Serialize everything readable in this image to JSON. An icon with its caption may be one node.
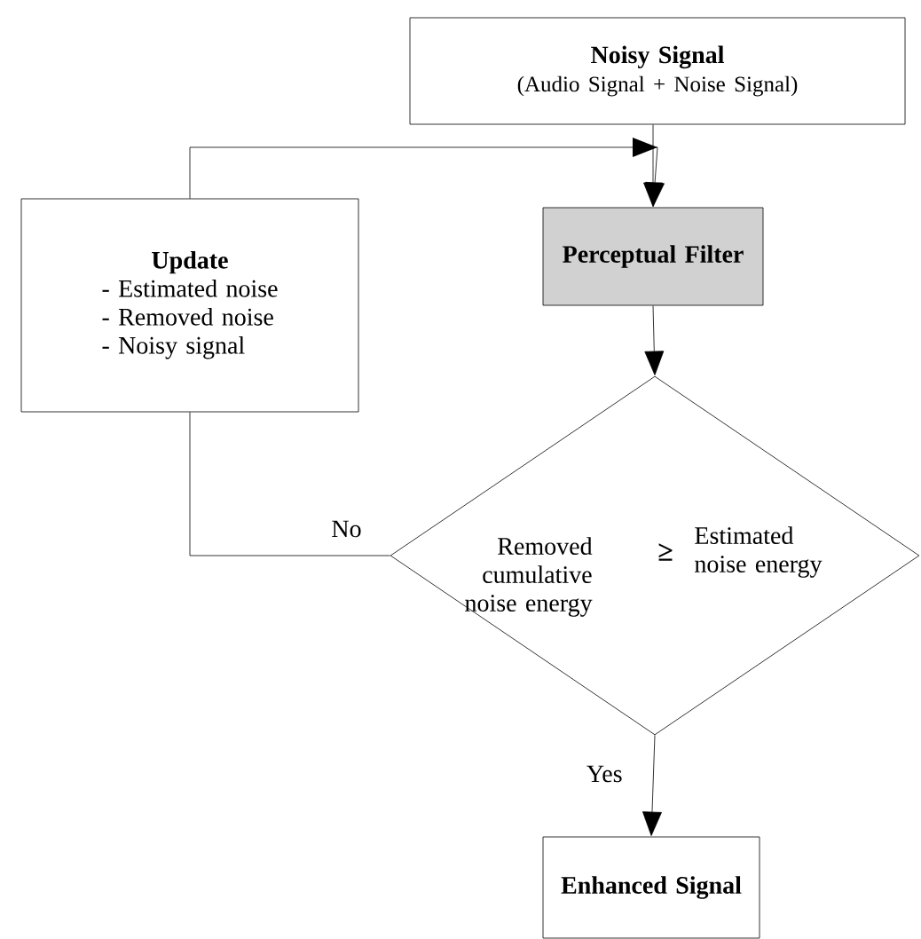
{
  "diagram": {
    "nodes": [
      {
        "text": [
          "Noisy Signal",
          "(Audio Signal + Noise Signal)"
        ]
      },
      {
        "text": [
          "Update",
          "- Estimated noise",
          "- Removed noise",
          "- Noisy signal"
        ]
      },
      {
        "text": [
          "Perceptual Filter"
        ]
      },
      {
        "text": [
          "Removed cumulative noise energy",
          "≥",
          "Estimated noise energy"
        ]
      },
      {
        "text": [
          "Enhanced Signal"
        ]
      }
    ],
    "edges": [
      {
        "from": 0,
        "to": 2,
        "arrow": "to"
      },
      {
        "from": 1,
        "to": 2,
        "arrow": "to"
      },
      {
        "from": 2,
        "to": 3,
        "arrow": "to"
      },
      {
        "from": 3,
        "to": 1,
        "arrow": "none",
        "label": "No"
      },
      {
        "from": 3,
        "to": 4,
        "arrow": "to",
        "label": "Yes"
      }
    ]
  }
}
